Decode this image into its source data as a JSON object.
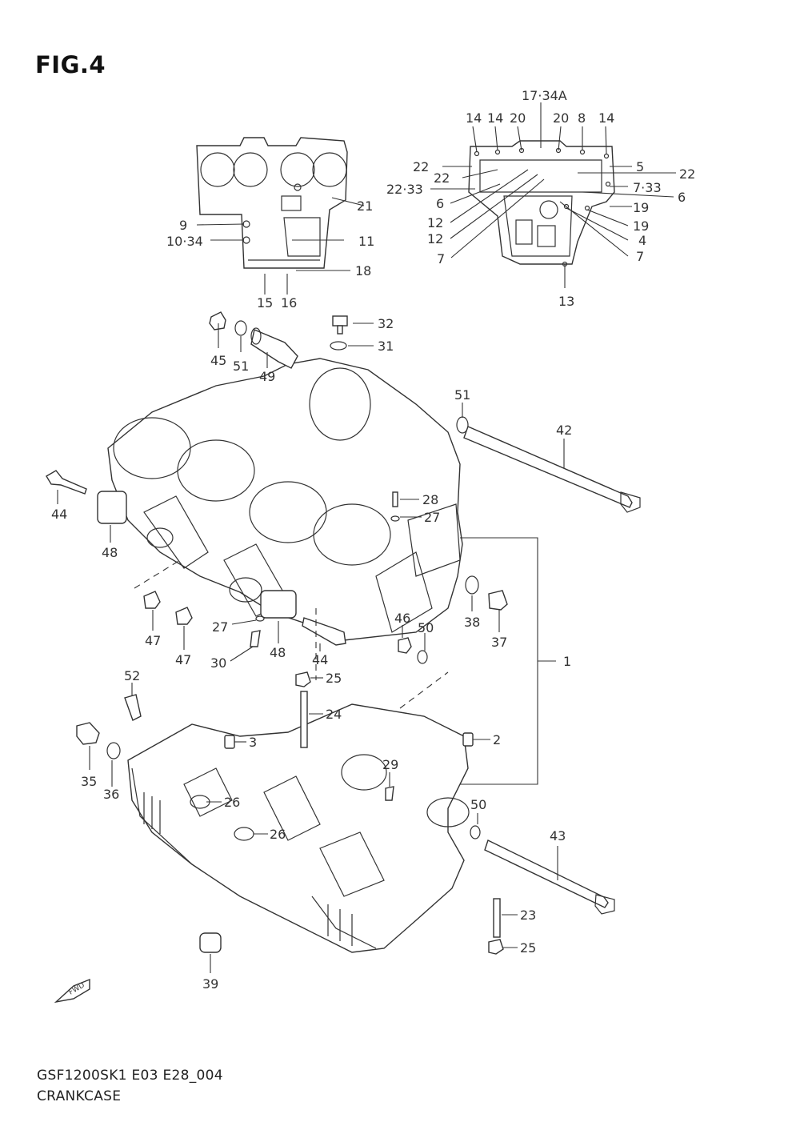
{
  "figure": {
    "title": "FIG.4",
    "code": "GSF1200SK1 E03 E28_004",
    "name": "CRANKCASE",
    "fwd_label": "FWD"
  },
  "callouts": [
    "17·34A",
    "14",
    "14",
    "20",
    "20",
    "8",
    "14",
    "22",
    "5",
    "22",
    "22",
    "22·33",
    "7·33",
    "6",
    "6",
    "19",
    "12",
    "19",
    "12",
    "4",
    "7",
    "7",
    "13",
    "21",
    "9",
    "10·34",
    "11",
    "18",
    "15",
    "16",
    "32",
    "31",
    "45",
    "51",
    "49",
    "51",
    "42",
    "44",
    "48",
    "28",
    "27",
    "47",
    "47",
    "27",
    "30",
    "48",
    "44",
    "46",
    "50",
    "38",
    "37",
    "1",
    "52",
    "25",
    "24",
    "3",
    "2",
    "35",
    "36",
    "29",
    "26",
    "26",
    "50",
    "43",
    "23",
    "25",
    "39"
  ]
}
